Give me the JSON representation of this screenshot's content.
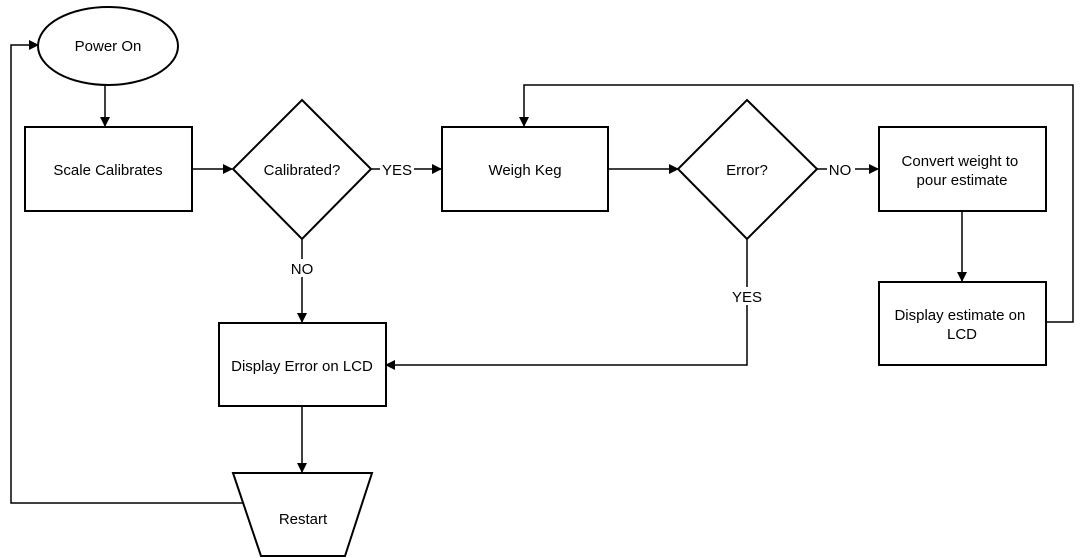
{
  "nodes": {
    "power_on": "Power On",
    "scale_calibrates": "Scale Calibrates",
    "calibrated": "Calibrated?",
    "weigh_keg": "Weigh Keg",
    "error_check": "Error?",
    "convert_line1": "Convert weight to",
    "convert_line2": "pour estimate",
    "display_estimate_line1": "Display estimate on",
    "display_estimate_line2": "LCD",
    "display_error": "Display Error on LCD",
    "restart": "Restart"
  },
  "edges": {
    "calibrated_yes": "YES",
    "calibrated_no": "NO",
    "error_no": "NO",
    "error_yes": "YES"
  }
}
